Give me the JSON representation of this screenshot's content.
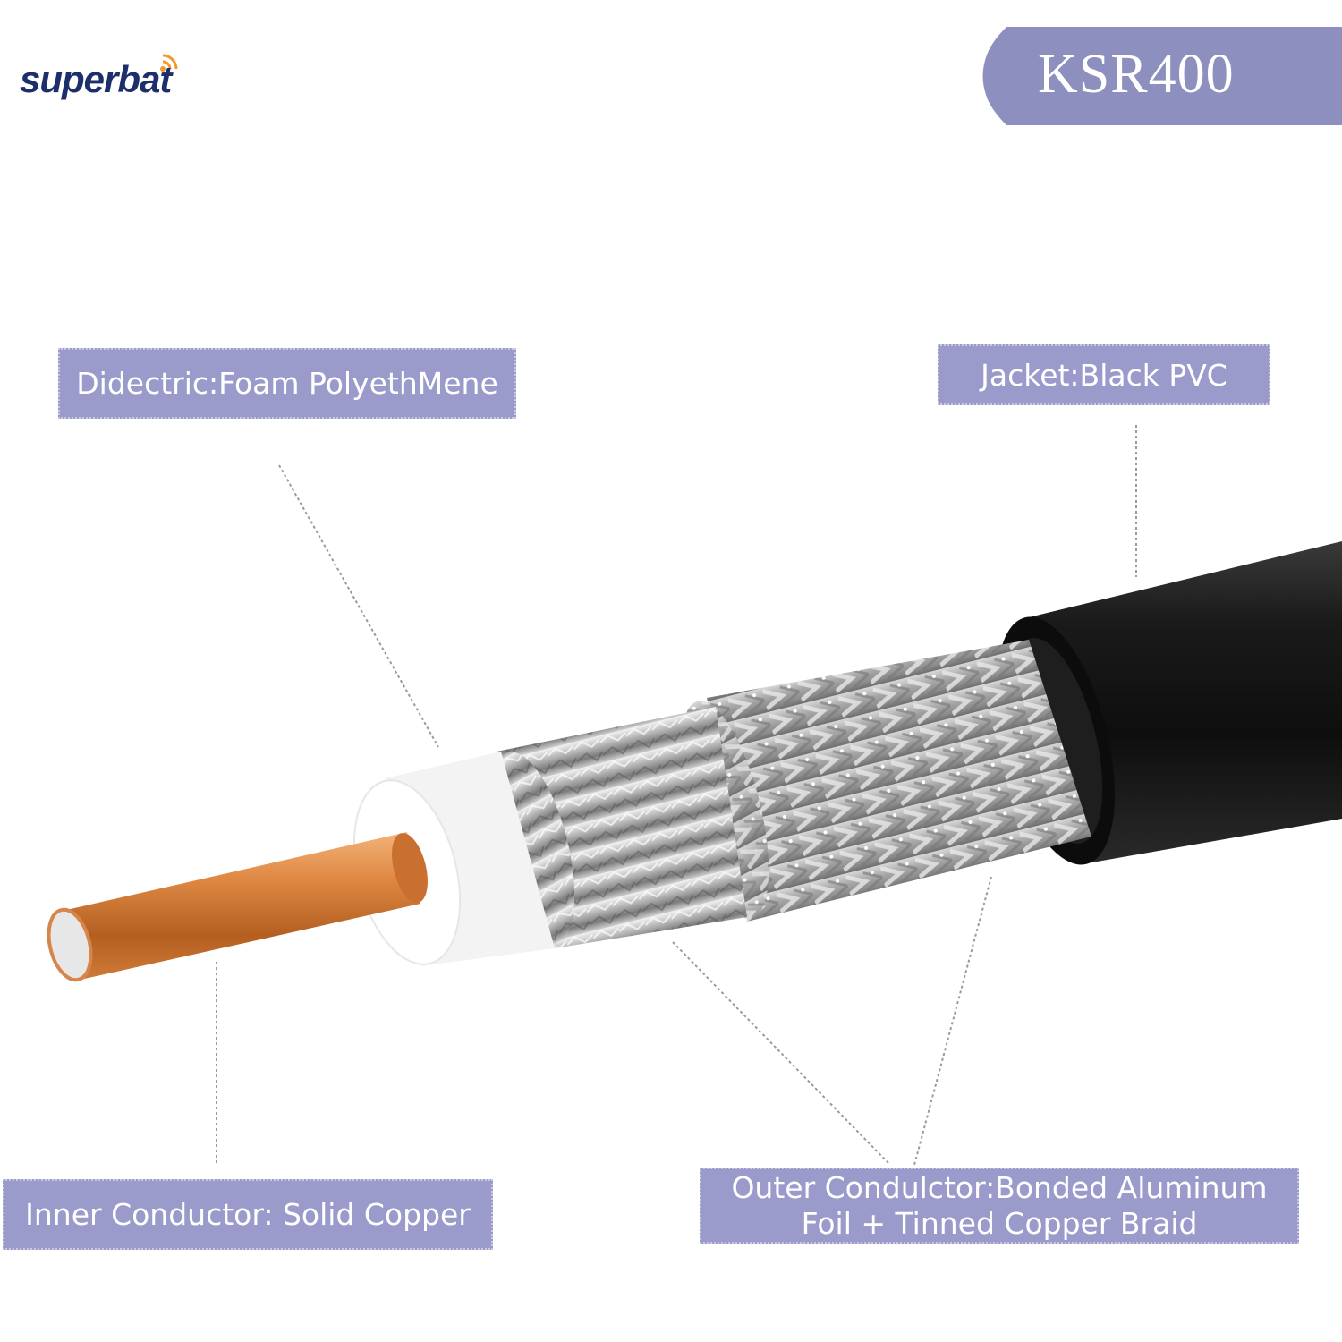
{
  "brand": {
    "name": "superbat",
    "logo_color": "#1c2f6b",
    "signal_color": "#f29a2e"
  },
  "model_tag": {
    "text": "KSR400",
    "color": "#8d8fbe"
  },
  "labels": {
    "dielectric": "Didectric:Foam PolyethMene",
    "jacket": "Jacket:Black PVC",
    "inner_conductor": "Inner Conductor: Solid Copper",
    "outer_conductor_line1": "Outer Condulctor:Bonded Aluminum",
    "outer_conductor_line2": "Foil + Tinned Copper Braid"
  },
  "colors": {
    "label_bg": "#9b9bcb",
    "copper": "#d98540",
    "jacket": "#151515",
    "braid": "#a8a8a8",
    "dielectric": "#fafafa"
  }
}
